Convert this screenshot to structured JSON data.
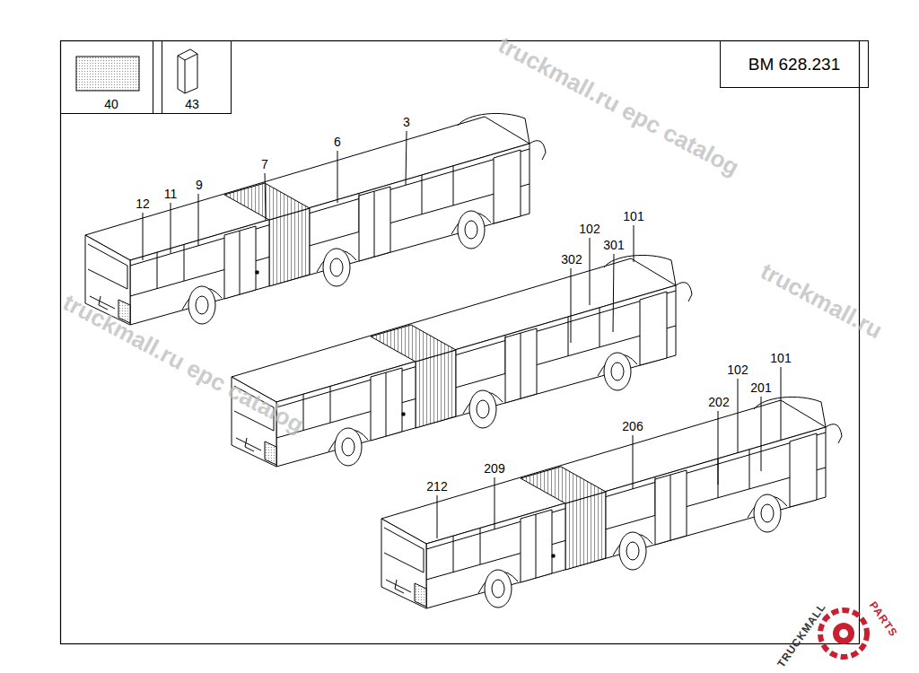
{
  "diagram": {
    "nodes": [
      {
        "text": [
          "40"
        ]
      },
      {
        "text": [
          "43"
        ]
      },
      {
        "text": [
          "BM 628.231"
        ]
      }
    ],
    "labels": [
      "12",
      "11",
      "9",
      "7",
      "6",
      "3",
      "302",
      "102",
      "301",
      "101",
      "202",
      "102",
      "201",
      "101",
      "212",
      "209",
      "206",
      "truckmall.ru epc catalog",
      "truckmall.ru epc catalog",
      "truckmall.ru",
      "TRUCKMALL",
      "PARTS"
    ]
  }
}
